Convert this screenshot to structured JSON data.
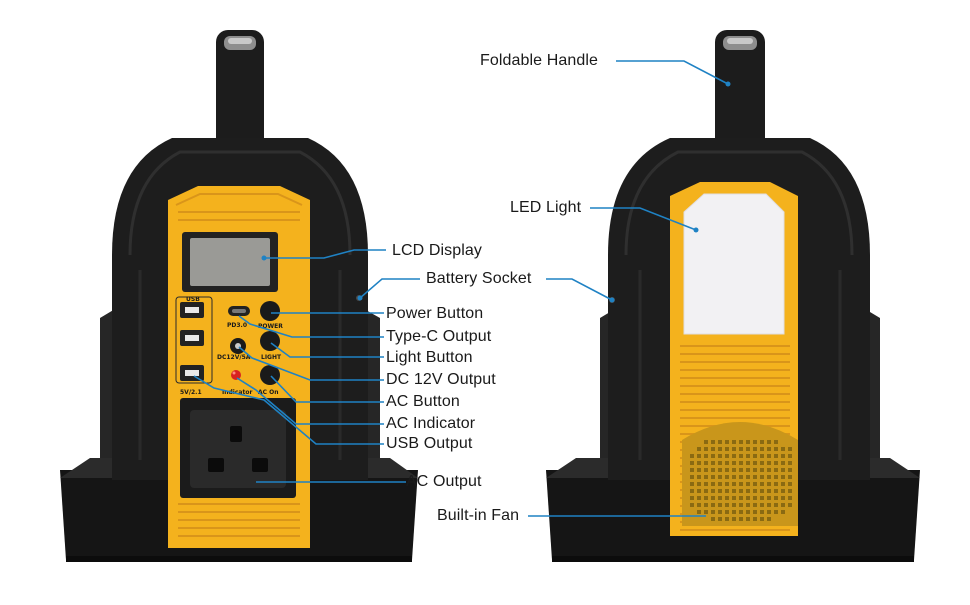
{
  "colors": {
    "body": "#1c1c1c",
    "panel": "#f4b21d",
    "panel_dark": "#d9951a",
    "leader": "#1f82c4",
    "lcd": "#9a9a96",
    "led": "#f2f1f3"
  },
  "front": {
    "panel_labels": {
      "usb": "USB",
      "pd": "PD3.0",
      "power": "POWER",
      "dc": "DC12V/5A",
      "light": "LIGHT",
      "usb_spec": "5V/2.1",
      "indicator": "Indicator",
      "ac_on": "AC On"
    }
  },
  "callouts": {
    "lcd_display": "LCD Display",
    "battery_socket": "Battery Socket",
    "power_button": "Power Button",
    "type_c_output": "Type-C Output",
    "light_button": "Light Button",
    "dc_output": "DC 12V Output",
    "ac_button": "AC Button",
    "ac_indicator": "AC Indicator",
    "usb_output": "USB Output",
    "ac_output": "AC Output",
    "foldable_handle": "Foldable Handle",
    "led_light": "LED Light",
    "built_in_fan": "Built-in Fan"
  }
}
